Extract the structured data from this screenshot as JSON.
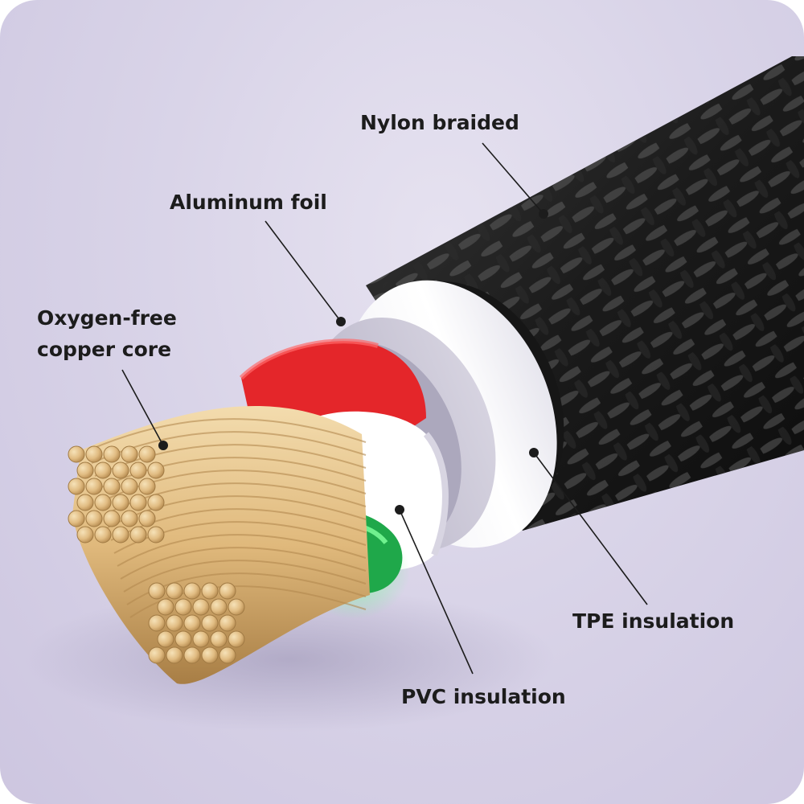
{
  "labels": {
    "nylon": "Nylon braided",
    "foil": "Aluminum foil",
    "copper_line1": "Oxygen-free",
    "copper_line2": "copper core",
    "tpe": "TPE insulation",
    "pvc": "PVC insulation"
  },
  "colors": {
    "background": "#d9d4e8",
    "braid": "#1e1e1e",
    "tpe": "#ffffff",
    "foil": "#c9c5d6",
    "red_wire": "#e4262a",
    "white_wire": "#ffffff",
    "green_wire": "#1fa84a",
    "copper": "#e2bd84"
  }
}
